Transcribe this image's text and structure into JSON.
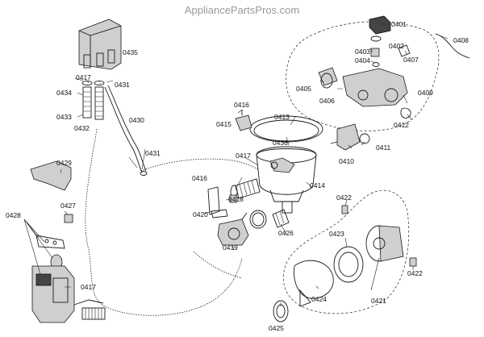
{
  "watermark": "AppliancePartsPros.com",
  "labels": {
    "p0401": "0401",
    "p0402": "0402",
    "p0403": "0403",
    "p0404": "0404",
    "p0405": "0405",
    "p0406": "0406",
    "p0407": "0407",
    "p0408": "0408",
    "p0409": "0409",
    "p0410": "0410",
    "p0411": "0411",
    "p0412": "0412",
    "p0413": "0413",
    "p0414": "0414",
    "p0415": "0415",
    "p0416a": "0416",
    "p0416b": "0416",
    "p0417a": "0417",
    "p0417b": "0417",
    "p0417c": "0417",
    "p0418": "0418",
    "p0419": "0419",
    "p0420": "0420",
    "p0421": "0421",
    "p0422a": "0422",
    "p0422b": "0422",
    "p0423": "0423",
    "p0424": "0424",
    "p0425": "0425",
    "p0426": "0426",
    "p0427": "0427",
    "p0428": "0428",
    "p0429": "0429",
    "p0430": "0430",
    "p0431a": "0431",
    "p0431b": "0431",
    "p0432": "0432",
    "p0433": "0433",
    "p0434": "0434",
    "p0435": "0435",
    "p0436": "0436"
  }
}
